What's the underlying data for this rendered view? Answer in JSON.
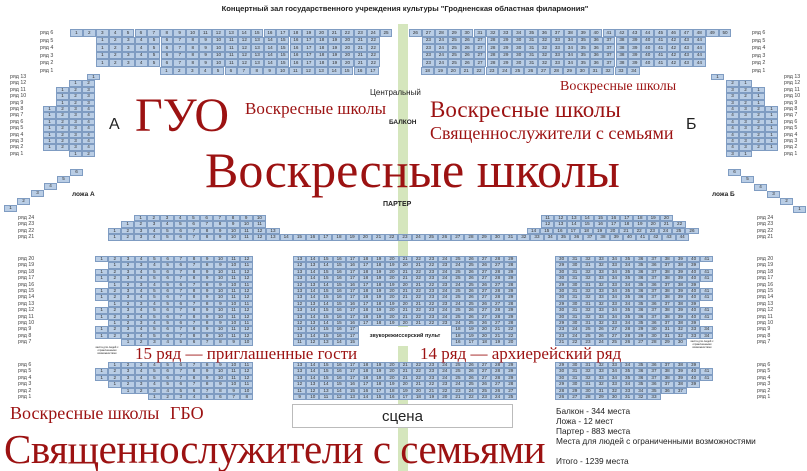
{
  "title": "Концертный зал государственного учреждения культуры  \"Гродненская областная филармония\"",
  "labels": {
    "central": "Центральный",
    "balcony": "БАЛКОН",
    "side_a": "А",
    "side_b": "Б",
    "loge_a": "ложа А",
    "loge_b": "ложа Б",
    "parter": "ПАРТЕР",
    "stage": "сцена",
    "sound_desk": "звукорежиссерский пульт",
    "accessible_left": "места для людей с ограниченными возможностями",
    "accessible_right": "места для людей с ограниченными возможностями"
  },
  "legend": {
    "balcony": "Балкон - 344 места",
    "loge": "Ложа - 12 мест",
    "parter": "Партер - 883 места",
    "accessible": "Места для людей с ограниченными возможностями",
    "total": "Итого - 1239 места"
  },
  "overlays": {
    "top_sunday_schools": "Воскресные школы",
    "left_sunday_schools": "Воскресные школы",
    "right_sunday_schools": "Воскресные школы",
    "mid_sunday_schools": "Воскресные школы",
    "clergy_families_small": "Священнослужители с семьями",
    "row15": "15 ряд — приглашенные гости",
    "row14": "14 ряд — архиерейский ряд",
    "guo": "ГУО",
    "right_sunday_schools_2": "Воскресные школы",
    "gbo": "ГБО",
    "clergy_families_big": "Священнослужители с семьями"
  },
  "colors": {
    "seat": "#b9cde5",
    "seat_border": "#7f9cc2",
    "overlay_text": "#9c1212",
    "aisle": "#d5e6bd"
  },
  "balcony": [
    {
      "label": "ряд 6",
      "left": [
        1,
        25
      ],
      "right": [
        26,
        50
      ]
    },
    {
      "label": "ряд 5",
      "left": [
        1,
        22
      ],
      "right": [
        23,
        44
      ]
    },
    {
      "label": "ряд 4",
      "left": [
        1,
        22
      ],
      "right": [
        23,
        44
      ]
    },
    {
      "label": "ряд 3",
      "left": [
        1,
        22
      ],
      "right": [
        23,
        44
      ]
    },
    {
      "label": "ряд 2",
      "left": [
        1,
        22
      ],
      "right": [
        23,
        44
      ]
    },
    {
      "label": "ряд 1",
      "left": [
        1,
        17
      ],
      "right": [
        18,
        34
      ]
    }
  ],
  "side_a": [
    {
      "label": "ряд 13",
      "seats": [
        1
      ]
    },
    {
      "label": "ряд 12",
      "seats": [
        1,
        2
      ]
    },
    {
      "label": "ряд 11",
      "seats": [
        1,
        2,
        3
      ]
    },
    {
      "label": "ряд 10",
      "seats": [
        1,
        2,
        3
      ]
    },
    {
      "label": "ряд 9",
      "seats": [
        1,
        2,
        3
      ]
    },
    {
      "label": "ряд 8",
      "seats": [
        1,
        2,
        3,
        4
      ]
    },
    {
      "label": "ряд 7",
      "seats": [
        1,
        2,
        3,
        4
      ]
    },
    {
      "label": "ряд 6",
      "seats": [
        1,
        2,
        3,
        4
      ]
    },
    {
      "label": "ряд 5",
      "seats": [
        1,
        2,
        3,
        4
      ]
    },
    {
      "label": "ряд 4",
      "seats": [
        1,
        2,
        3,
        4
      ]
    },
    {
      "label": "ряд 3",
      "seats": [
        1,
        2,
        3,
        4
      ]
    },
    {
      "label": "ряд 2",
      "seats": [
        1,
        2,
        3,
        4
      ]
    },
    {
      "label": "ряд 1",
      "seats": [
        1,
        2
      ]
    }
  ],
  "side_b": [
    {
      "label": "ряд 13",
      "seats": [
        1
      ]
    },
    {
      "label": "ряд 12",
      "seats": [
        2,
        1
      ]
    },
    {
      "label": "ряд 11",
      "seats": [
        3,
        2,
        1
      ]
    },
    {
      "label": "ряд 10",
      "seats": [
        3,
        2,
        1
      ]
    },
    {
      "label": "ряд 9",
      "seats": [
        3,
        2,
        1
      ]
    },
    {
      "label": "ряд 8",
      "seats": [
        4,
        3,
        2,
        1
      ]
    },
    {
      "label": "ряд 7",
      "seats": [
        4,
        3,
        2,
        1
      ]
    },
    {
      "label": "ряд 6",
      "seats": [
        4,
        3,
        2,
        1
      ]
    },
    {
      "label": "ряд 5",
      "seats": [
        4,
        3,
        2,
        1
      ]
    },
    {
      "label": "ряд 4",
      "seats": [
        4,
        3,
        2,
        1
      ]
    },
    {
      "label": "ряд 3",
      "seats": [
        4,
        3,
        2,
        1
      ]
    },
    {
      "label": "ряд 2",
      "seats": [
        4,
        3,
        2,
        1
      ]
    },
    {
      "label": "ряд 1",
      "seats": [
        3,
        1
      ]
    }
  ],
  "loge_a": [
    1,
    2,
    3,
    4,
    5,
    6
  ],
  "loge_b": [
    6,
    5,
    4,
    3,
    2,
    1
  ],
  "amphi": [
    {
      "label": "ряд 24",
      "left": [
        1,
        10
      ],
      "right": [
        11,
        20
      ]
    },
    {
      "label": "ряд 23",
      "left": [
        1,
        11
      ],
      "right": [
        12,
        22
      ]
    },
    {
      "label": "ряд 22",
      "left": [
        1,
        13
      ],
      "right": [
        14,
        26
      ]
    },
    {
      "label": "ряд 21",
      "left": [
        1,
        44
      ],
      "right": null
    }
  ],
  "parter_upper": [
    {
      "label": "ряд 20",
      "left": [
        1,
        12
      ],
      "center": [
        [
          13,
          29
        ]
      ],
      "right": [
        30,
        41
      ]
    },
    {
      "label": "ряд 19",
      "left": [
        1,
        11
      ],
      "center": [
        [
          12,
          28
        ]
      ],
      "right": [
        29,
        39
      ]
    },
    {
      "label": "ряд 18",
      "left": [
        1,
        12
      ],
      "center": [
        [
          13,
          29
        ]
      ],
      "right": [
        30,
        41
      ]
    },
    {
      "label": "ряд 17",
      "left": [
        1,
        12
      ],
      "center": [
        [
          13,
          29
        ]
      ],
      "right": [
        30,
        41
      ]
    },
    {
      "label": "ряд 16",
      "left": [
        1,
        11
      ],
      "center": [
        [
          12,
          28
        ]
      ],
      "right": [
        29,
        39
      ]
    },
    {
      "label": "ряд 15",
      "left": [
        1,
        12
      ],
      "center": [
        [
          13,
          29
        ]
      ],
      "right": [
        30,
        41
      ]
    },
    {
      "label": "ряд 14",
      "left": [
        1,
        12
      ],
      "center": [
        [
          13,
          29
        ]
      ],
      "right": [
        30,
        41
      ]
    },
    {
      "label": "ряд 13",
      "left": [
        1,
        11
      ],
      "center": [
        [
          12,
          28
        ]
      ],
      "right": [
        29,
        39
      ]
    },
    {
      "label": "ряд 12",
      "left": [
        1,
        12
      ],
      "center": [
        [
          13,
          29
        ]
      ],
      "right": [
        30,
        41
      ]
    },
    {
      "label": "ряд 11",
      "left": [
        1,
        12
      ],
      "center": [
        [
          13,
          29
        ]
      ],
      "right": [
        30,
        41
      ]
    },
    {
      "label": "ряд 10",
      "left": [
        1,
        11
      ],
      "center": [
        [
          12,
          28
        ]
      ],
      "right": [
        29,
        39
      ]
    },
    {
      "label": "ряд 9",
      "left": [
        1,
        12
      ],
      "center": [
        [
          13,
          17
        ],
        [
          18,
          22
        ]
      ],
      "right": [
        23,
        34
      ]
    },
    {
      "label": "ряд 8",
      "left": [
        1,
        12
      ],
      "center": [
        [
          13,
          17
        ],
        [
          18,
          22
        ]
      ],
      "right": [
        23,
        34
      ]
    },
    {
      "label": "ряд 7",
      "left": [
        1,
        10
      ],
      "center": [
        [
          11,
          15
        ],
        [
          16,
          20
        ]
      ],
      "right": [
        21,
        30
      ]
    }
  ],
  "parter_lower": [
    {
      "label": "ряд 6",
      "left": [
        1,
        11
      ],
      "center": [
        [
          13,
          29
        ]
      ],
      "right": [
        29,
        39
      ]
    },
    {
      "label": "ряд 5",
      "left": [
        1,
        12
      ],
      "center": [
        [
          13,
          29
        ]
      ],
      "right": [
        30,
        41
      ]
    },
    {
      "label": "ряд 4",
      "left": [
        1,
        12
      ],
      "center": [
        [
          13,
          29
        ]
      ],
      "right": [
        30,
        41
      ]
    },
    {
      "label": "ряд 3",
      "left": [
        1,
        11
      ],
      "center": [
        [
          12,
          28
        ]
      ],
      "right": [
        29,
        39
      ]
    },
    {
      "label": "ряд 2",
      "left": [
        1,
        10
      ],
      "center": [
        [
          11,
          27
        ]
      ],
      "right": [
        28,
        37
      ]
    },
    {
      "label": "ряд 1",
      "left": [
        1,
        8
      ],
      "center": [
        [
          9,
          25
        ]
      ],
      "right": [
        26,
        33
      ]
    }
  ]
}
